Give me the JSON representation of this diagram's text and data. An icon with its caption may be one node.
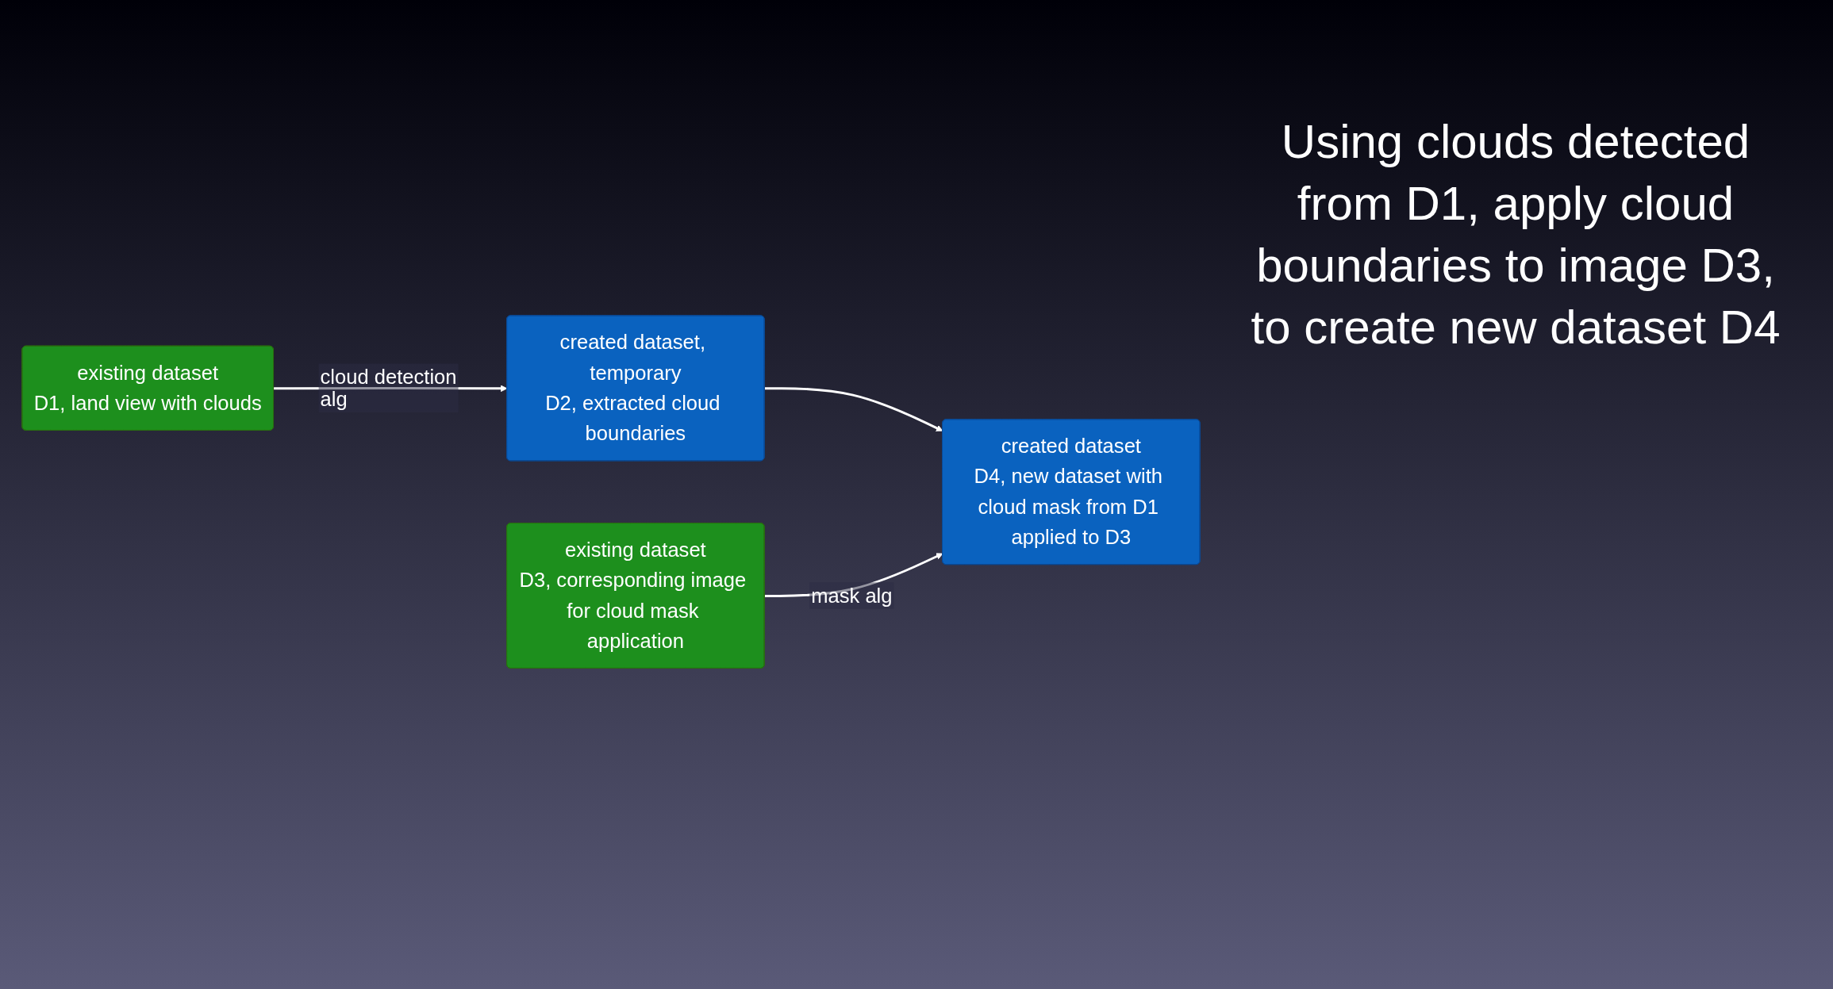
{
  "diagram": {
    "nodes": [
      {
        "text": [
          "existing dataset",
          "D1, land view with clouds"
        ]
      },
      {
        "text": [
          "created dataset, temporary",
          "D2, extracted cloud boundaries"
        ]
      },
      {
        "text": [
          "existing dataset",
          "D3, corresponding image for cloud mask application"
        ]
      },
      {
        "text": [
          "created dataset",
          "D4, new dataset with cloud mask from D1 applied to D3"
        ]
      }
    ],
    "edges": [
      {
        "from": 0,
        "to": 1,
        "arrow": "to",
        "label": "cloud detection alg"
      },
      {
        "from": 1,
        "to": 3,
        "arrow": "to"
      },
      {
        "from": 2,
        "to": 3,
        "arrow": "to",
        "label": "mask alg"
      }
    ],
    "labels": [
      "Using clouds detected from D1, apply cloud boundaries to image D3, to create new dataset D4"
    ]
  }
}
